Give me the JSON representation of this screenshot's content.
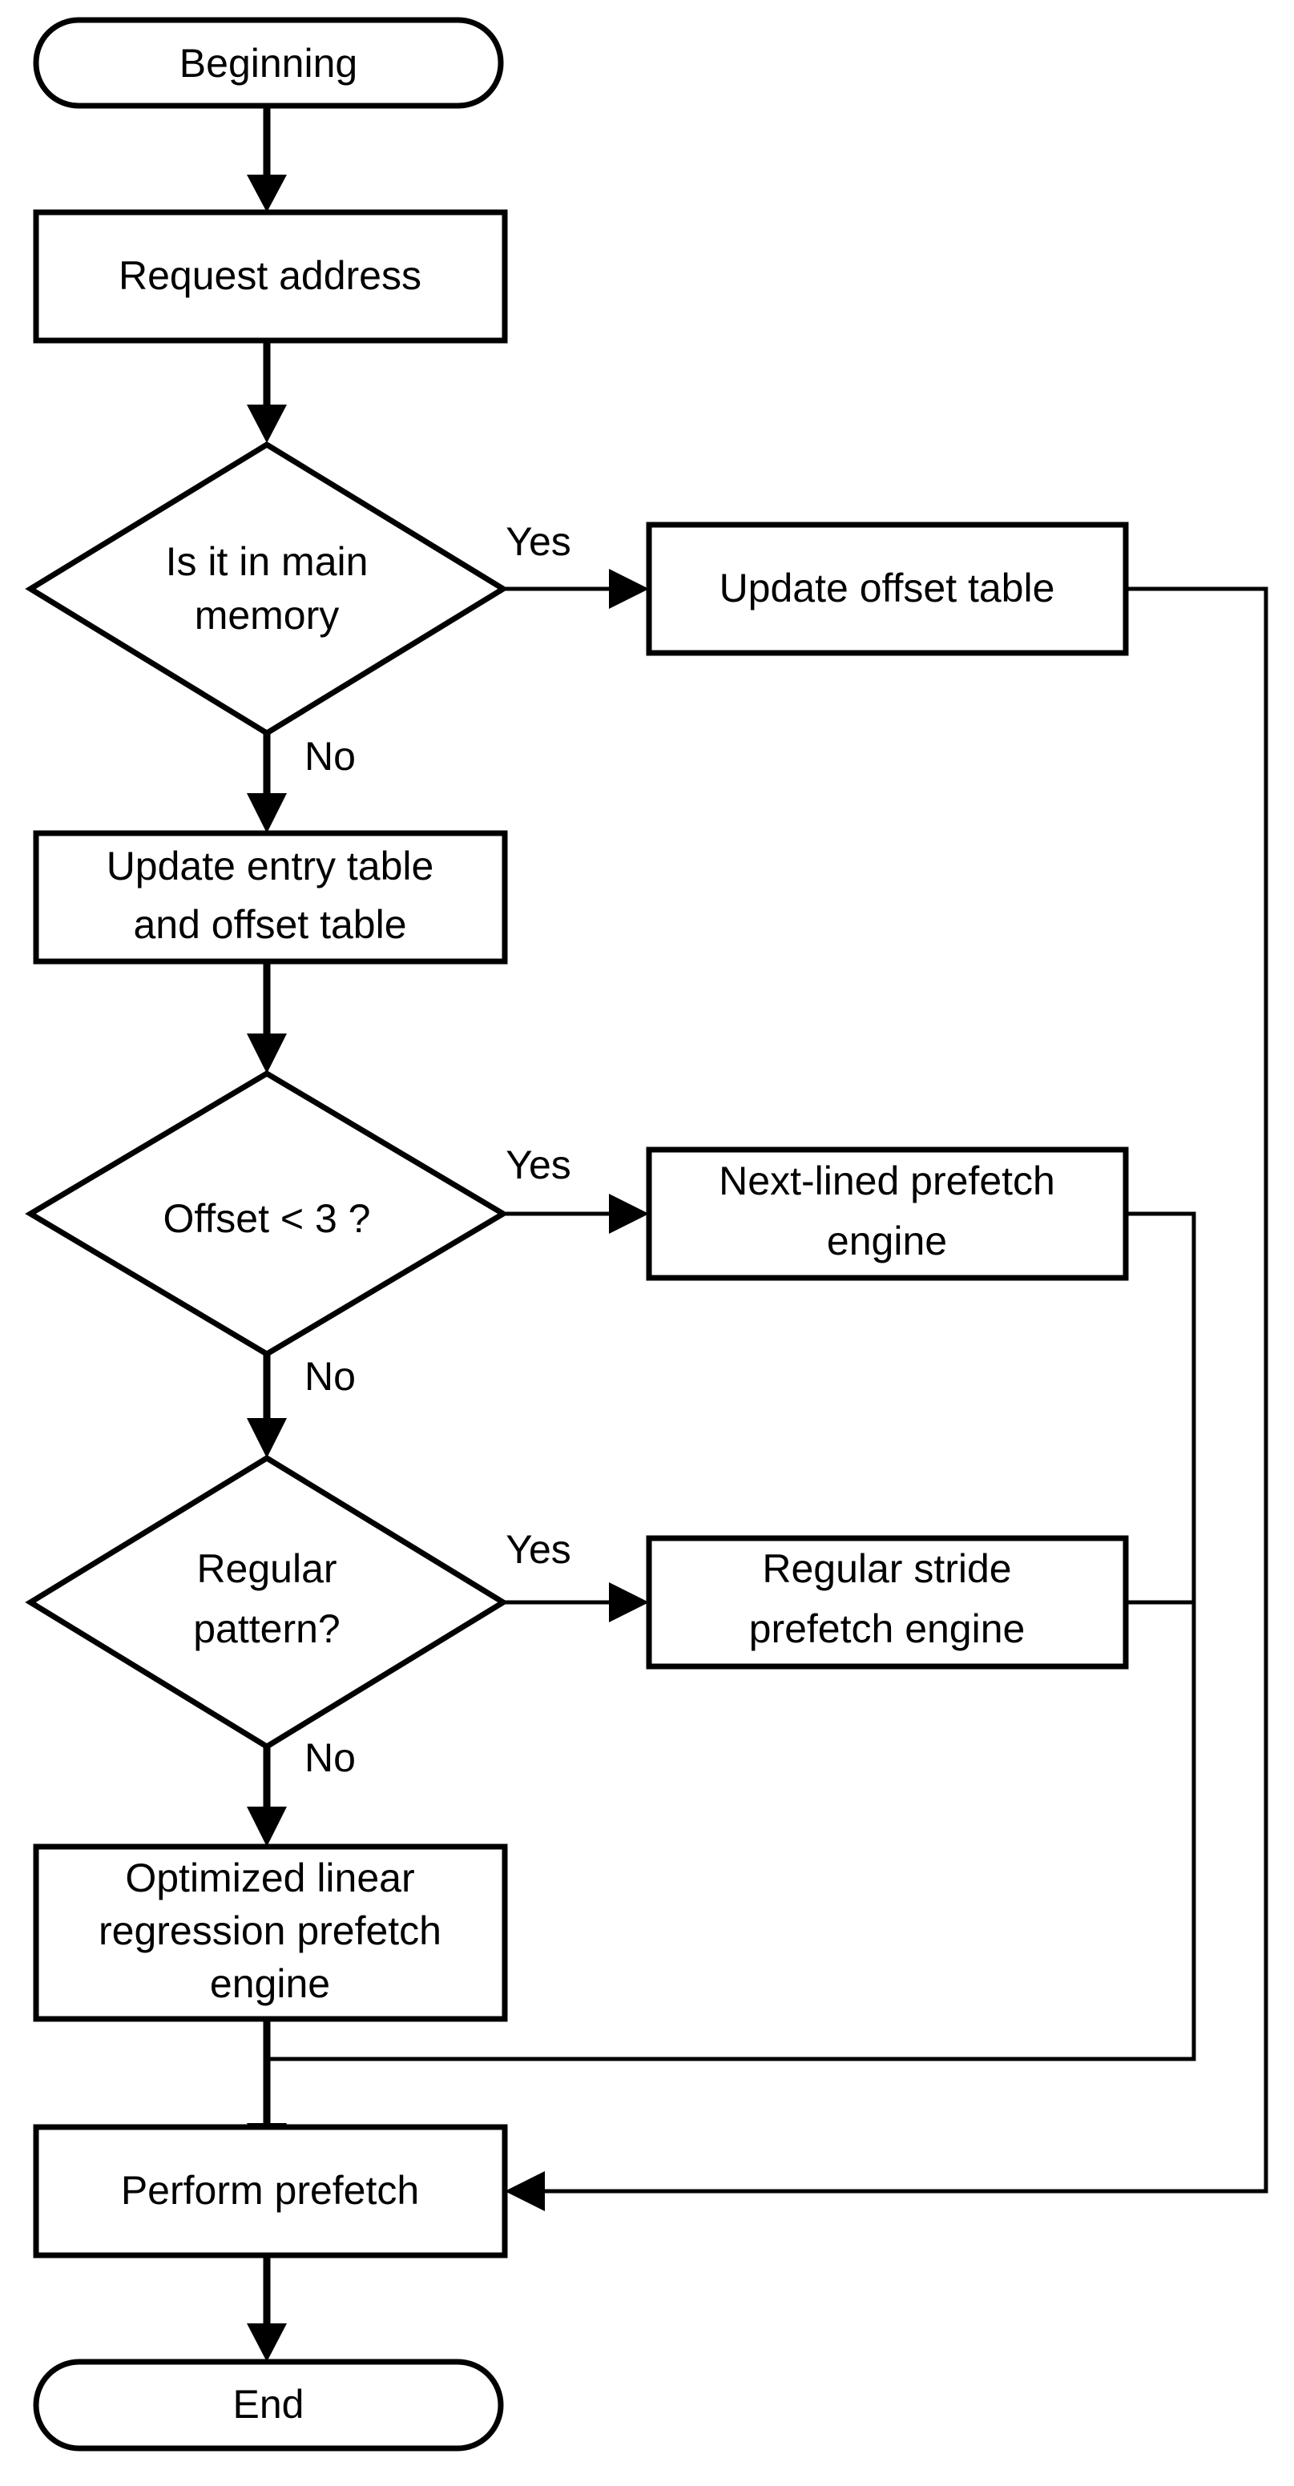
{
  "nodes": {
    "beginning": {
      "lines": [
        "Beginning"
      ]
    },
    "request_address": {
      "lines": [
        "Request address"
      ]
    },
    "in_main_memory": {
      "lines": [
        "Is it in main",
        "memory"
      ]
    },
    "update_offset_table": {
      "lines": [
        "Update offset table"
      ]
    },
    "update_entry_offset": {
      "lines": [
        "Update entry table",
        "and offset table"
      ]
    },
    "offset_lt_3": {
      "lines": [
        "Offset < 3 ?"
      ]
    },
    "next_lined_engine": {
      "lines": [
        "Next-lined prefetch",
        "engine"
      ]
    },
    "regular_pattern": {
      "lines": [
        "Regular",
        "pattern?"
      ]
    },
    "regular_stride_engine": {
      "lines": [
        "Regular stride",
        "prefetch engine"
      ]
    },
    "linear_regression_engine": {
      "lines": [
        "Optimized linear",
        "regression prefetch",
        "engine"
      ]
    },
    "perform_prefetch": {
      "lines": [
        "Perform prefetch"
      ]
    },
    "end": {
      "lines": [
        "End"
      ]
    }
  },
  "edge_labels": {
    "memory_yes": "Yes",
    "memory_no": "No",
    "offset_yes": "Yes",
    "offset_no": "No",
    "pattern_yes": "Yes",
    "pattern_no": "No"
  }
}
